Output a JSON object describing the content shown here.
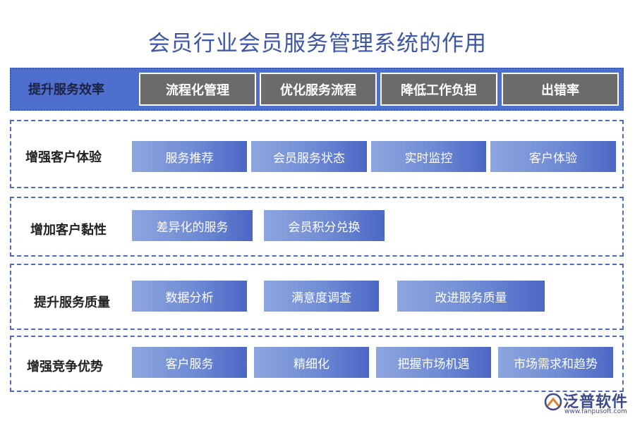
{
  "title": "会员行业会员服务管理系统的作用",
  "rows": [
    {
      "label": "提升服务效率",
      "items": [
        "流程化管理",
        "优化服务流程",
        "降低工作负担",
        "出错率"
      ]
    },
    {
      "label": "增强客户体验",
      "items": [
        "服务推荐",
        "会员服务状态",
        "实时监控",
        "客户体验"
      ]
    },
    {
      "label": "增加客户黏性",
      "items": [
        "差异化的服务",
        "会员积分兑换"
      ]
    },
    {
      "label": "提升服务质量",
      "items": [
        "数据分析",
        "满意度调查",
        "改进服务质量"
      ]
    },
    {
      "label": "增强竞争优势",
      "items": [
        "客户服务",
        "精细化",
        "把握市场机遇",
        "市场需求和趋势"
      ]
    }
  ],
  "logo": {
    "name": "泛普软件",
    "url": "www.fanpusoft.com",
    "icon": "fanpu-logo-icon"
  },
  "colors": {
    "title": "#3d56a6",
    "accent": "#4f6fcf",
    "dark_box": "#6b6b6b",
    "border": "#4d6bbf"
  }
}
